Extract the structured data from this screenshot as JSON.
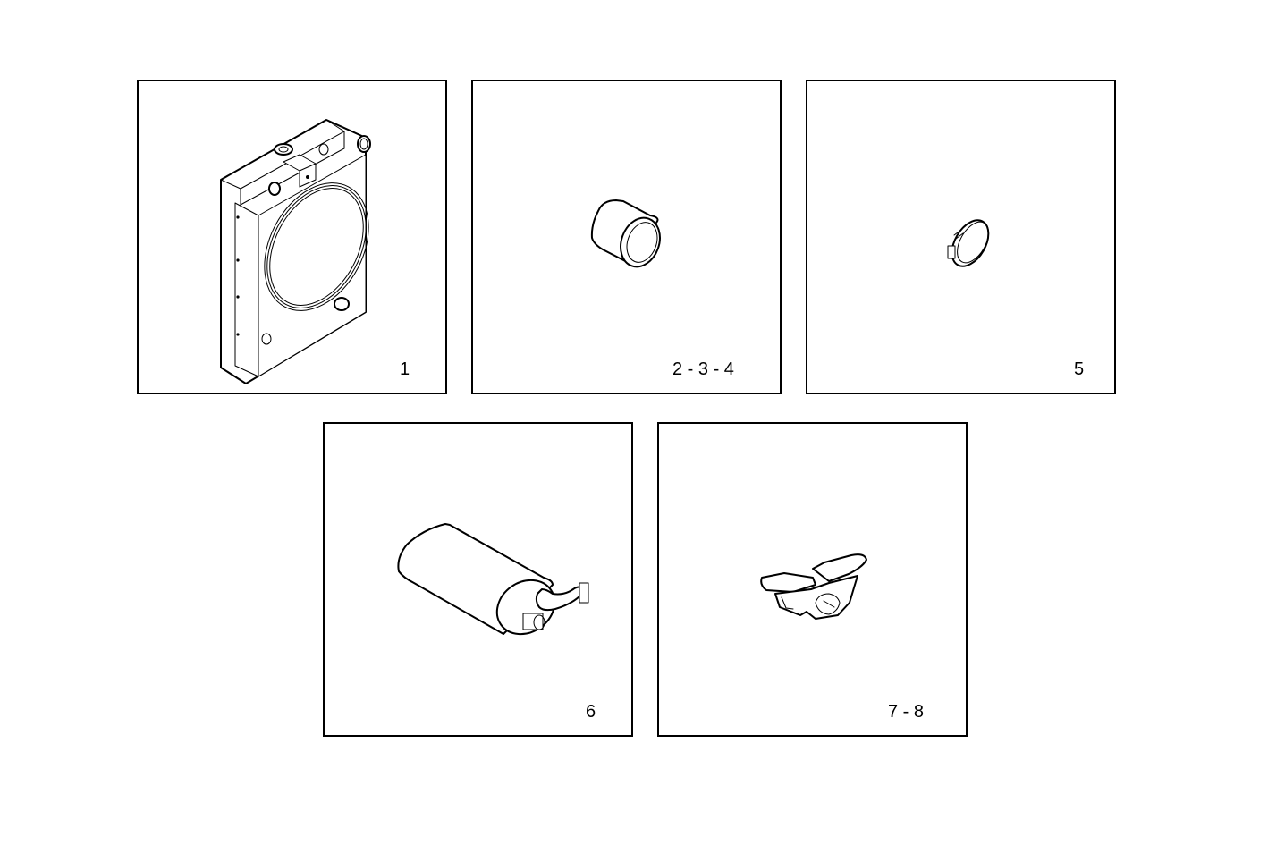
{
  "sheet": {
    "title": "",
    "background": "#ffffff",
    "line_color": "#000000"
  },
  "panels": [
    {
      "id": "panel-1",
      "label": "1",
      "part": "radiator"
    },
    {
      "id": "panel-2",
      "label": "2 - 3 - 4",
      "part": "hose-sleeve"
    },
    {
      "id": "panel-3",
      "label": "5",
      "part": "hose-clamp"
    },
    {
      "id": "panel-4",
      "label": "6",
      "part": "muffler"
    },
    {
      "id": "panel-5",
      "label": "7 - 8",
      "part": "rubber-mount"
    }
  ]
}
